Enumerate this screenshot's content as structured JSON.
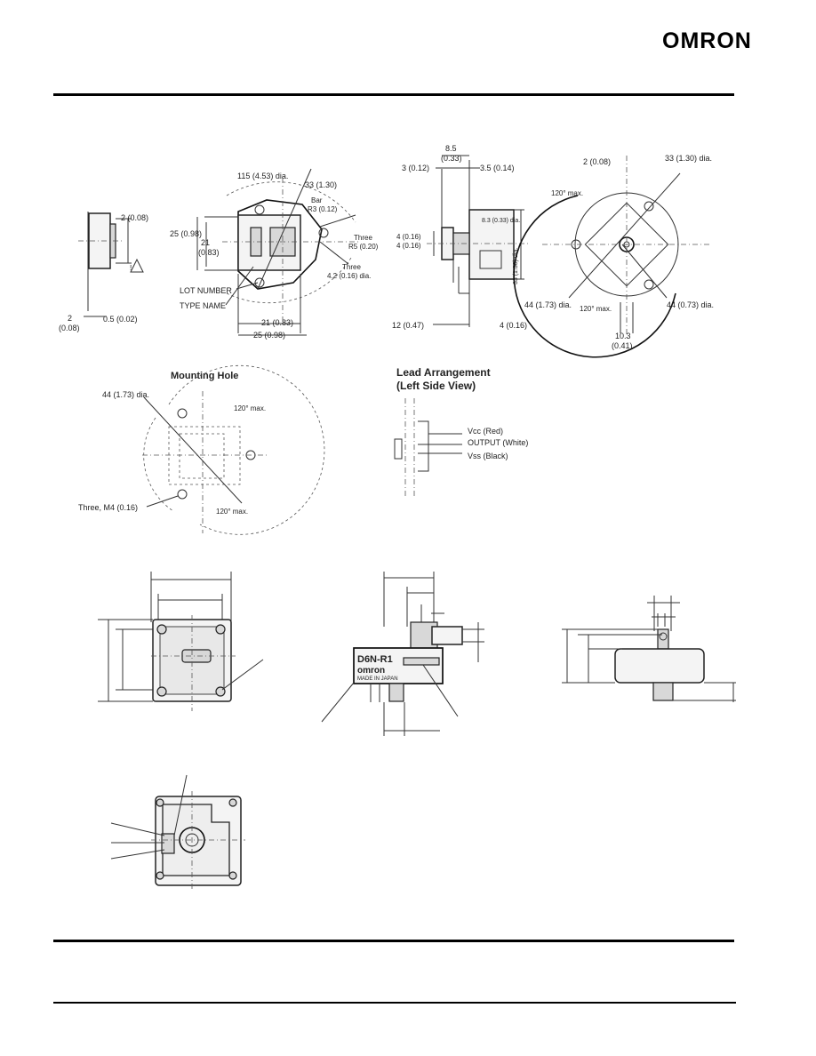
{
  "header": {
    "brand": "OMRON"
  },
  "drawing1": {
    "lbl_a": "2 (0.08)",
    "lbl_b": "2",
    "lbl_b2": "(0.08)",
    "lbl_c": "0.5 (0.02)"
  },
  "drawing2": {
    "lbl_top1": "115 (4.53) dia.",
    "lbl_top2": "33 (1.30)",
    "lbl_bar1": "Bar",
    "lbl_bar2": "R3 (0.12)",
    "lbl_left1": "25 (0.98)",
    "lbl_left2": "21",
    "lbl_left3": "(0.83)",
    "lbl_three1": "Three",
    "lbl_three2": "R5 (0.20)",
    "lbl_three3": "Three",
    "lbl_three4": "4.2 (0.16) dia.",
    "lot_number": "LOT NUMBER",
    "type_name": "TYPE NAME",
    "lbl_bot1": "21 (0.83)",
    "lbl_bot2": "25 (0.98)"
  },
  "drawing3": {
    "lbl_top1": "8.5",
    "lbl_top2": "(0.33)",
    "lbl_left": "3 (0.12)",
    "lbl_right": "3.5 (0.14)",
    "lbl_side1": "4 (0.16)",
    "lbl_side2": "4 (0.16)",
    "lbl_inner1": "8.3 (0.33) dia.",
    "lbl_inner2": "33 (1.30) dia.",
    "lbl_bot_left": "12 (0.47)",
    "lbl_bot_right": "4 (0.16)"
  },
  "drawing4": {
    "lbl_top1": "2 (0.08)",
    "lbl_top2": "33 (1.30) dia.",
    "lbl_angle1": "120° max.",
    "lbl_angle2": "120° max.",
    "lbl_left": "44 (1.73) dia.",
    "lbl_right": "44 (0.73) dia.",
    "lbl_bot1": "10.3",
    "lbl_bot2": "(0.41)"
  },
  "mounting": {
    "title": "Mounting Hole",
    "lbl_dia": "44 (1.73) dia.",
    "lbl_angle1": "120° max.",
    "lbl_angle2": "120° max.",
    "lbl_screw": "Three, M4 (0.16)"
  },
  "lead": {
    "title1": "Lead Arrangement",
    "title2": "(Left Side View)",
    "lead1": "Vcc (Red)",
    "lead2": "OUTPUT (White)",
    "lead3": "Vss (Black)"
  },
  "photo_side": {
    "model": "D6N-R1",
    "brand": "omron",
    "origin": "MADE IN JAPAN"
  }
}
